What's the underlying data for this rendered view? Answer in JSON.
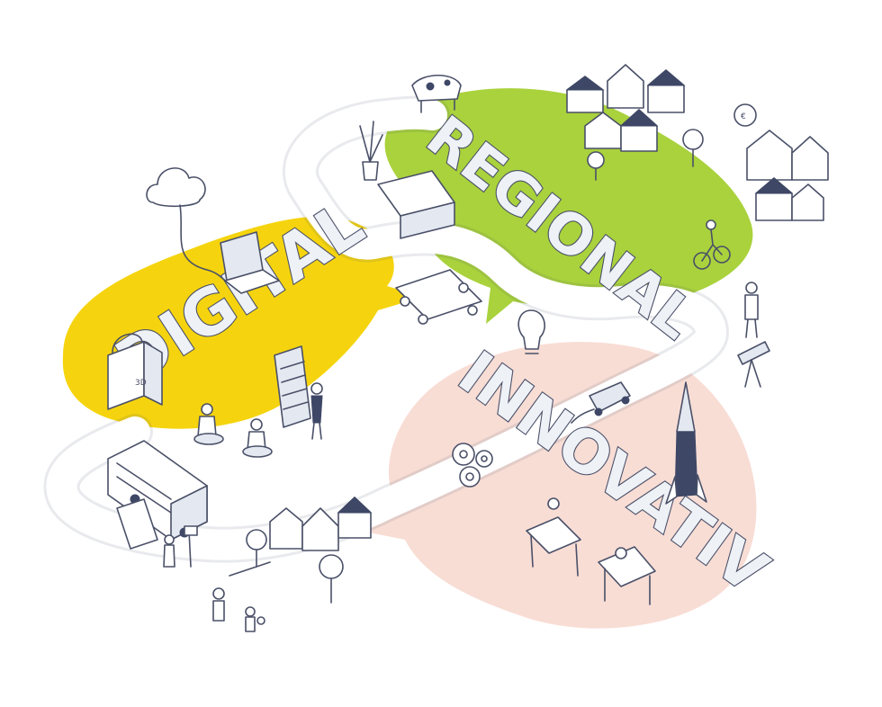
{
  "words": {
    "digital": "DIGITAL",
    "regional": "REGIONAL",
    "innovativ": "INNOVATIV"
  },
  "labels": {
    "printer_3d": "3D",
    "euro": "€"
  },
  "colors": {
    "digital_bubble": "#f5d40f",
    "regional_bubble": "#a9d23c",
    "innovativ_bubble": "#f8ddd5",
    "road": "#ffffff",
    "outline": "#4a5068",
    "letter_face": "#eef1f6"
  },
  "icons": [
    "cloud-icon",
    "laptop-icon",
    "printer-3d-icon",
    "cow-icon",
    "lightbulb-icon",
    "gear-icon",
    "rocket-icon",
    "car-icon",
    "bus-icon",
    "euro-coin-icon",
    "tree-icon",
    "house-icon",
    "bicycle-icon"
  ]
}
